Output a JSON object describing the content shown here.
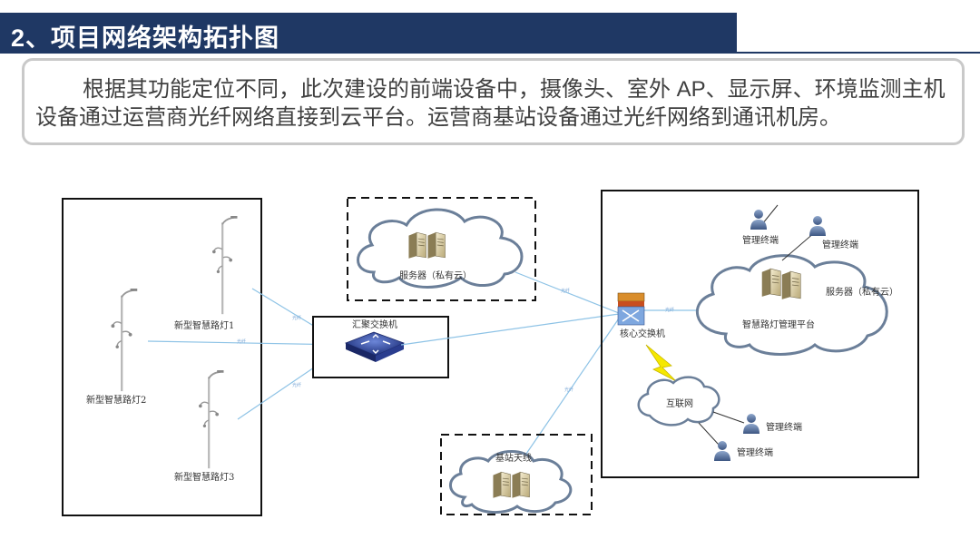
{
  "header": {
    "title": "2、项目网络架构拓扑图"
  },
  "intro": {
    "paragraph": "根据其功能定位不同，此次建设的前端设备中，摄像头、室外 AP、显示屏、环境监测主机 设备通过运营商光纤网络直接到云平台。运营商基站设备通过光纤网络到通讯机房。"
  },
  "diagram": {
    "street_lights": [
      "新型智慧路灯1",
      "新型智慧路灯2",
      "新型智慧路灯3"
    ],
    "aggregation_switch": "汇聚交换机",
    "server_private_cloud_top": "服务器（私有云）",
    "core_switch": "核心交换机",
    "server_private_cloud_right": "服务器（私有云）",
    "platform": "智慧路灯管理平台",
    "internet": "互联网",
    "base_station": "基站天线",
    "terminals": [
      "管理终端",
      "管理终端",
      "管理终端",
      "管理终端"
    ],
    "link_label": "光纤",
    "colors": {
      "title_bar": "#1f3864",
      "fiber_link": "#8ec3e6",
      "cloud_outline": "#6b7f99",
      "lightning": "#f5e800"
    }
  }
}
